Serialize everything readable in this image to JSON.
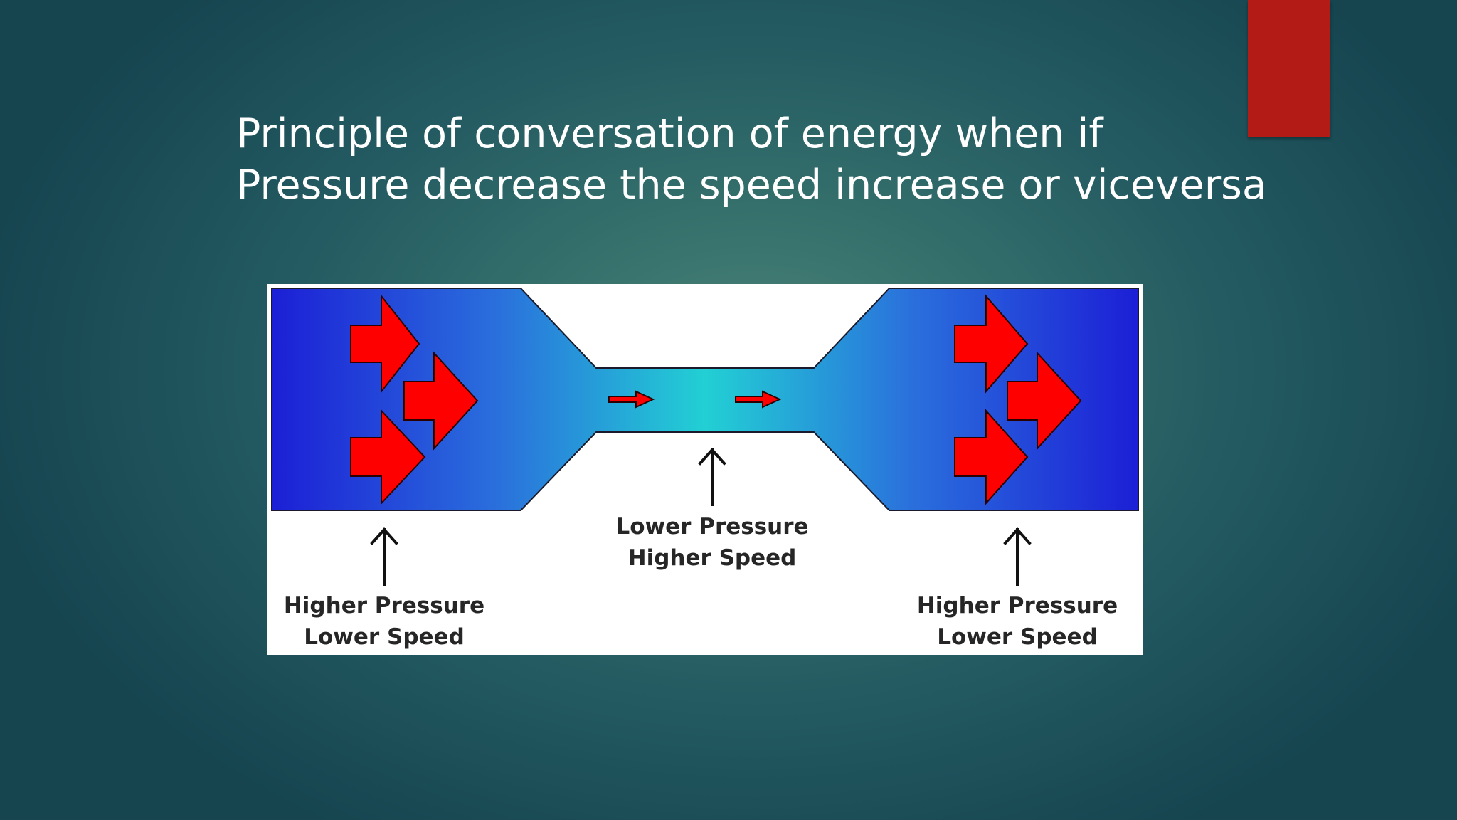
{
  "slide": {
    "title_line1": "Principle of conversation of energy when if",
    "title_line2": "Pressure decrease the speed increase or viceversa"
  },
  "diagram": {
    "left_label": {
      "line1": "Higher Pressure",
      "line2": "Lower Speed"
    },
    "center_label": {
      "line1": "Lower Pressure",
      "line2": "Higher Speed"
    },
    "right_label": {
      "line1": "Higher Pressure",
      "line2": "Lower Speed"
    }
  },
  "colors": {
    "background": "#245b62",
    "accent_bar": "#b21b16",
    "pipe_wide": "#1c1fd6",
    "pipe_narrow": "#22d0d4",
    "flow_arrows": "#ff0000"
  }
}
